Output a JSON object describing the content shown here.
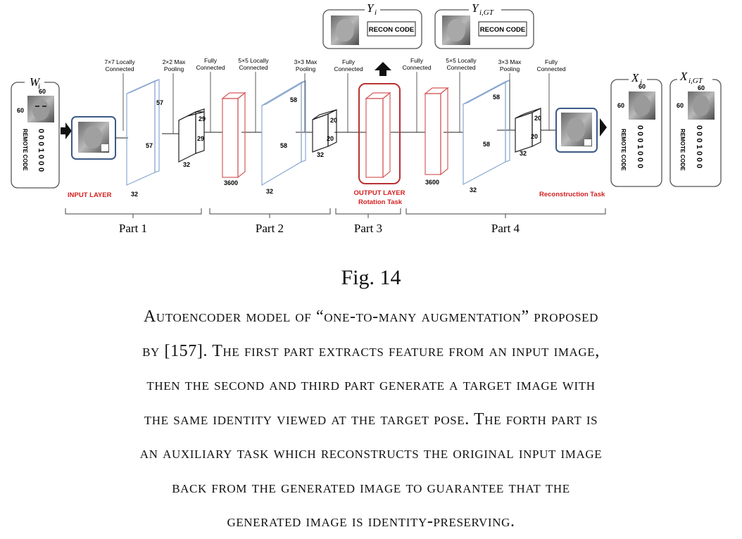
{
  "figure": {
    "label": "Fig. 14",
    "caption_lines": [
      "Autoencoder model of “one-to-many augmentation” proposed",
      "by [157]. The first part extracts feature from an input image,",
      "then the second and third part generate a target image with",
      "the same identity viewed at the target pose. The forth part is",
      "an auxiliary task which reconstructs the original input image",
      "back from the generated image to guarantee that the",
      "generated image is identity-preserving."
    ]
  },
  "input_box": {
    "title": "W",
    "title_sub": "i",
    "size_top": "60",
    "size_left": "60",
    "code_label": "REMOTE CODE",
    "code_digits": "0 0 0 1 0 0 0"
  },
  "output_box": {
    "title": "X",
    "title_sub": "i",
    "size_top": "60",
    "size_left": "60",
    "code_label": "REMOTE CODE",
    "code_digits": "0 0 0 1 0 0 0"
  },
  "gt_box": {
    "title": "X",
    "title_sub": "i,GT",
    "size_top": "60",
    "size_left": "60",
    "code_label": "REMOTE CODE",
    "code_digits": "0 0 0 1 0 0 0"
  },
  "top_box_y": {
    "title": "Y",
    "title_sub": "i",
    "code_label": "RECON CODE"
  },
  "top_box_ygt": {
    "title": "Y",
    "title_sub": "i,GT",
    "code_label": "RECON CODE"
  },
  "layer_captions": {
    "c1": [
      "7×7 Locally",
      "Connected"
    ],
    "c2": [
      "2×2 Max",
      "Pooling"
    ],
    "c3": [
      "Fully",
      "Connected"
    ],
    "c4": [
      "5×5 Locally",
      "Connected"
    ],
    "c5": [
      "3×3 Max",
      "Pooling"
    ],
    "c6": [
      "Fully",
      "Connected"
    ],
    "c7": [
      "Fully",
      "Connected"
    ],
    "c8": [
      "5×5 Locally",
      "Connected"
    ],
    "c9": [
      "3×3 Max",
      "Pooling"
    ],
    "c10": [
      "Fully",
      "Connected"
    ]
  },
  "dims": {
    "l1_top": "57",
    "l1_side": "57",
    "l1_depth": "32",
    "p1_a": "29",
    "p1_b": "29",
    "p1_depth": "32",
    "fc1": "3600",
    "l2_top": "58",
    "l2_side": "58",
    "l2_depth": "32",
    "p2_a": "20",
    "p2_b": "20",
    "p2_depth": "32",
    "fc2": "3600",
    "l3_top": "58",
    "l3_side": "58",
    "l3_depth": "32",
    "p3_a": "20",
    "p3_b": "20",
    "p3_depth": "32"
  },
  "labels": {
    "input_layer": "INPUT LAYER",
    "output_layer": "OUTPUT LAYER",
    "rotation_task": "Rotation Task",
    "reconstruction_task": "Reconstruction Task"
  },
  "parts": [
    "Part 1",
    "Part 2",
    "Part 3",
    "Part 4"
  ],
  "colors": {
    "blue_layer": "#8aa8d0",
    "red_layer": "#d65a5a",
    "red_text": "#d42020",
    "output_frame": "#b83232"
  }
}
